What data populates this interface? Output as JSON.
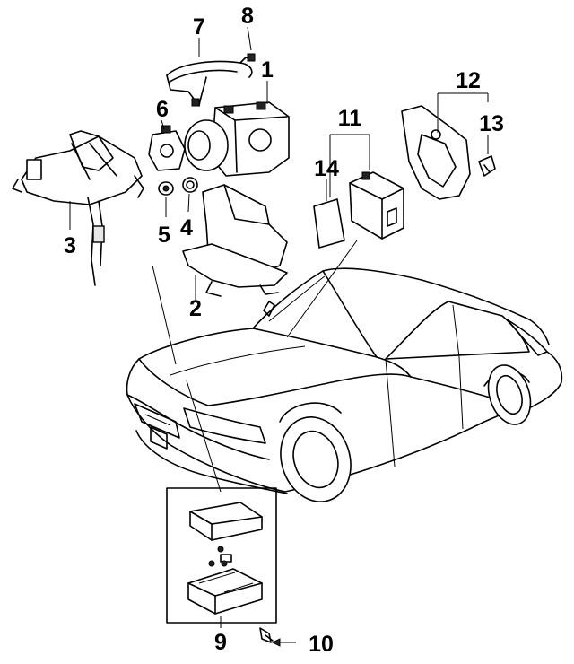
{
  "callouts": {
    "c1": "1",
    "c2": "2",
    "c3": "3",
    "c4": "4",
    "c5": "5",
    "c6": "6",
    "c7": "7",
    "c8": "8",
    "c9": "9",
    "c10": "10",
    "c11": "11",
    "c12": "12",
    "c13": "13",
    "c14": "14"
  },
  "colors": {
    "ink": "#000000",
    "paper": "#ffffff"
  }
}
